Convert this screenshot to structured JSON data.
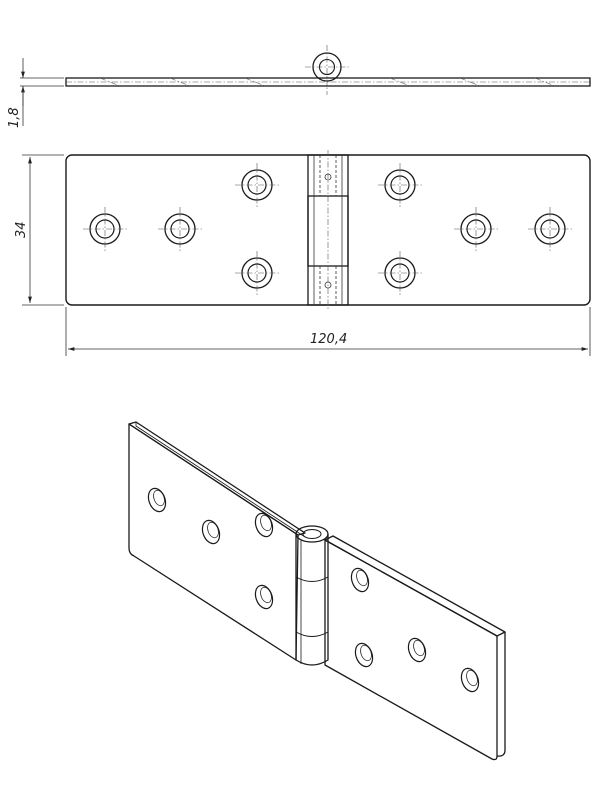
{
  "drawing": {
    "dimensions": {
      "thickness": "1,8",
      "height": "34",
      "length": "120,4"
    },
    "colors": {
      "line": "#1a1a1a",
      "background": "#ffffff"
    }
  }
}
